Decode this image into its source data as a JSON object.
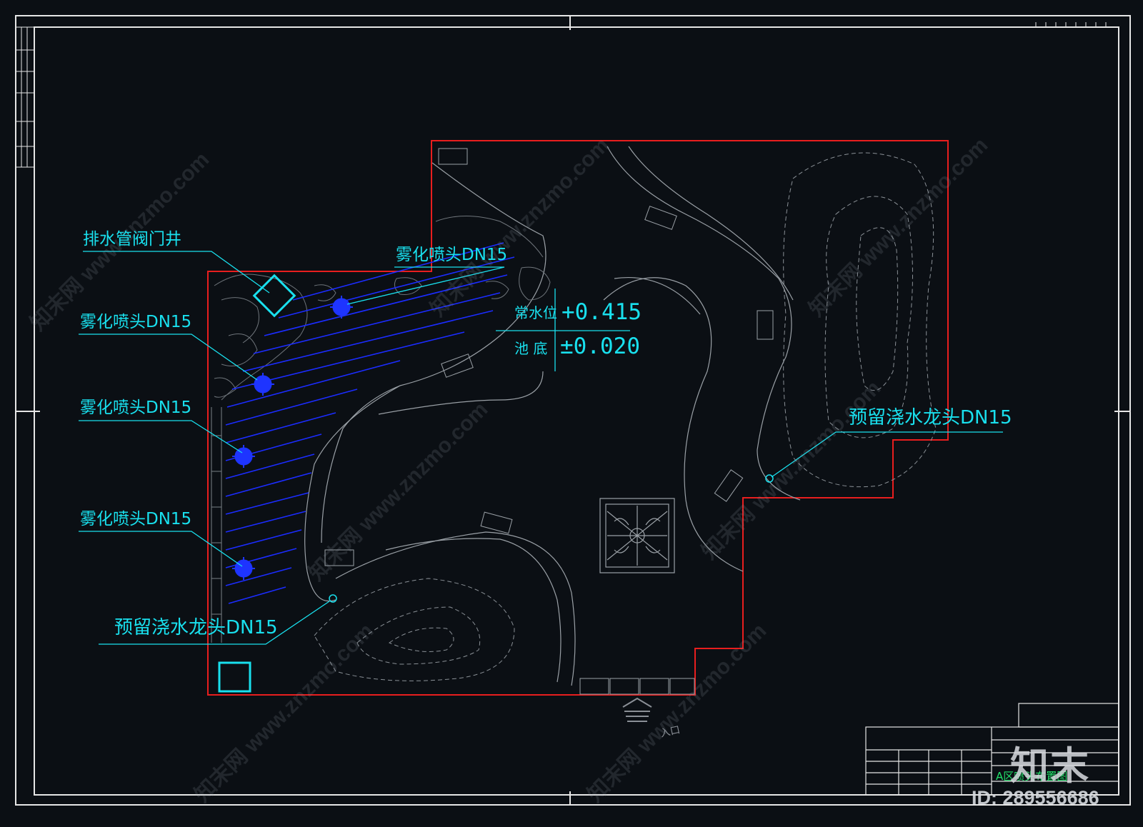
{
  "labels": {
    "drain_valve_well": "排水管阀门井",
    "mist_nozzle_1": "雾化喷头DN15",
    "mist_nozzle_2": "雾化喷头DN15",
    "mist_nozzle_3": "雾化喷头DN15",
    "mist_nozzle_4": "雾化喷头DN15",
    "reserved_tap_left": "预留浇水龙头DN15",
    "reserved_tap_right": "预留浇水龙头DN15"
  },
  "levels": {
    "water_level_label": "常水位",
    "water_level_value": "+0.415",
    "pool_bottom_label": "池 底",
    "pool_bottom_value": "±0.020"
  },
  "entrance_label": "入口",
  "title_block": {
    "drawing_title": "A区喷头布置图"
  },
  "branding": {
    "watermark_site": "www.znzmo.com",
    "watermark_brand": "知末网",
    "logo_text": "知末",
    "id_text": "ID: 289556686"
  },
  "colors": {
    "background": "#0b0f14",
    "frame": "#e6e6e6",
    "boundary": "#e81e1e",
    "annotation": "#19e0ee",
    "water_hatch": "#1b2cff",
    "contour": "#9aa0a6"
  }
}
